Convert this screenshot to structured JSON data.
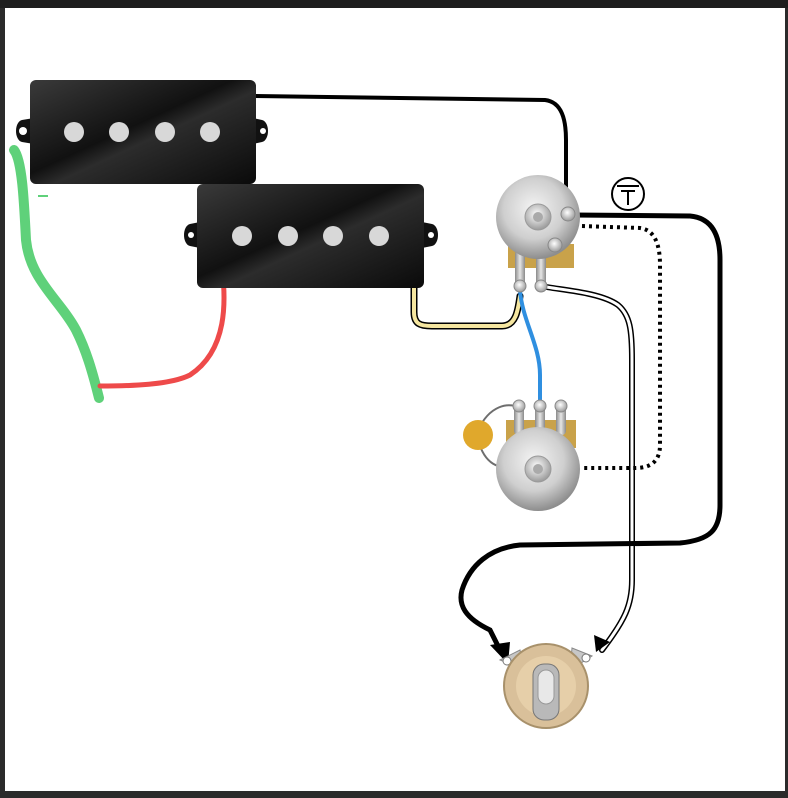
{
  "header": {
    "caption": ""
  },
  "diagram": {
    "wires": [
      {
        "id": "pickup1-to-volume",
        "color": "#000000",
        "style": "solid"
      },
      {
        "id": "green-ground",
        "color": "#5fd17a",
        "style": "solid"
      },
      {
        "id": "red-series",
        "color": "#ee4a4a",
        "style": "solid"
      },
      {
        "id": "yellow-pickup2",
        "color": "#f5e6a0",
        "style": "solid"
      },
      {
        "id": "blue-vol-to-tone",
        "color": "#2f8fe0",
        "style": "solid"
      },
      {
        "id": "white-hot-to-jack",
        "color": "#ffffff",
        "style": "solid"
      },
      {
        "id": "black-ground-to-jack",
        "color": "#000000",
        "style": "solid"
      },
      {
        "id": "dotted-pot-ground",
        "color": "#000000",
        "style": "dotted"
      }
    ],
    "capacitor_color": "#e0a82c",
    "ground_symbol": "ground-icon"
  }
}
